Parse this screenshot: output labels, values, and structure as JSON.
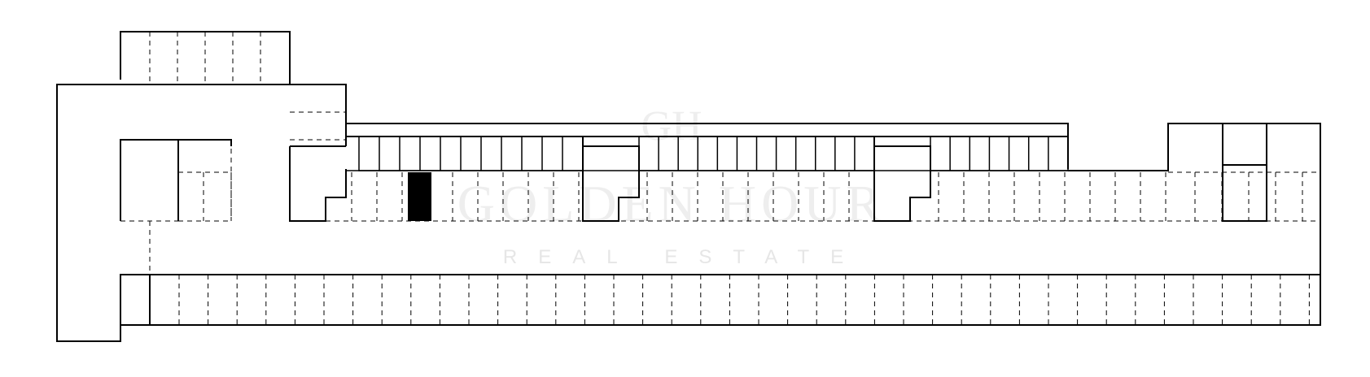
{
  "watermark": {
    "monogram": "GH",
    "name": "GOLDEN HOUR",
    "subtitle": "REAL ESTATE"
  },
  "plan": {
    "line_color": "#000000",
    "background": "#ffffff",
    "highlight_color": "#000000",
    "highlighted_unit": "selected parking space"
  }
}
